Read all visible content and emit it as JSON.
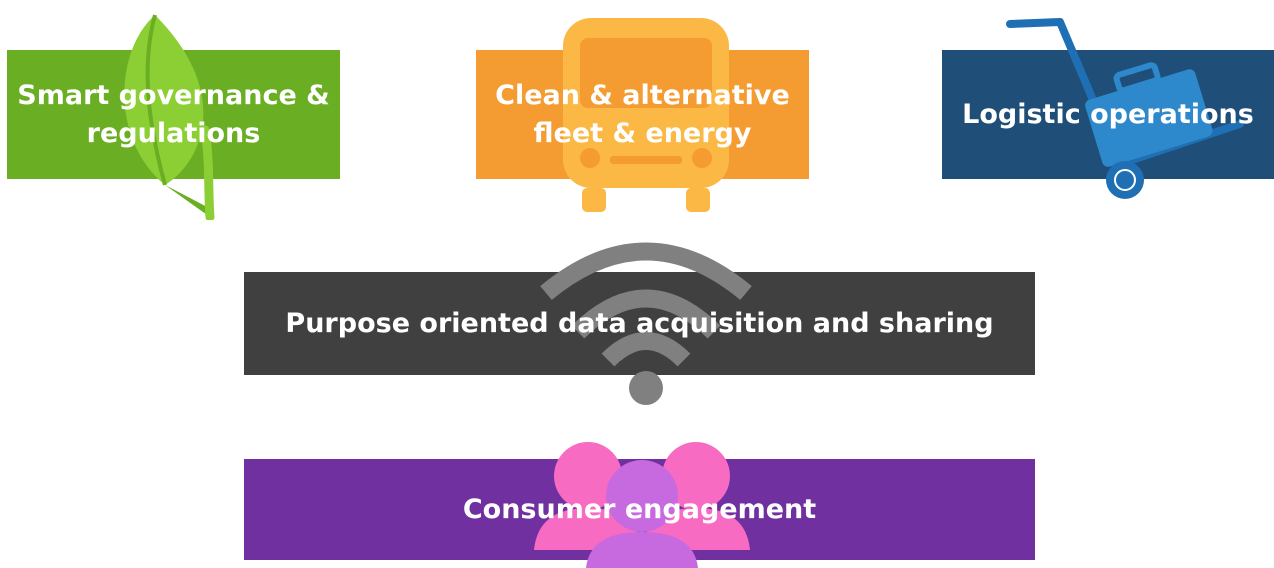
{
  "boxes": {
    "governance": {
      "line1": "Smart governance &",
      "line2": "regulations",
      "color": "#6aae23",
      "icon": "leaf-icon"
    },
    "fleet": {
      "line1": "Clean & alternative",
      "line2": "fleet & energy",
      "color": "#f49c32",
      "icon": "bus-icon"
    },
    "logistics": {
      "line1": "Logistic operations",
      "color": "#1f4e79",
      "icon": "hand-truck-icon"
    },
    "data": {
      "line1": "Purpose oriented data acquisition and sharing",
      "color": "#404040",
      "icon": "wifi-icon"
    },
    "consumer": {
      "line1": "Consumer engagement",
      "color": "#7030a0",
      "icon": "people-icon"
    }
  }
}
